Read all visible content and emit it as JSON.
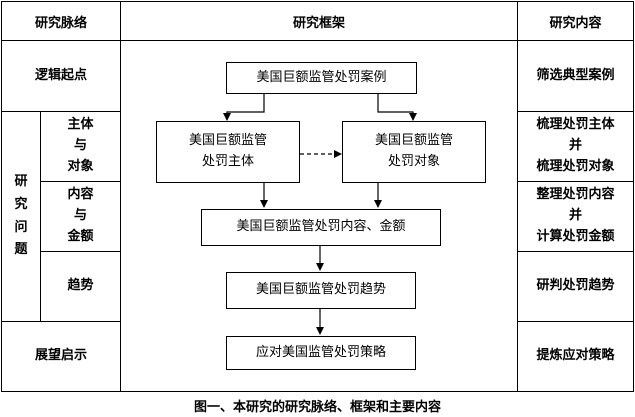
{
  "headers": {
    "left": "研究脉络",
    "center": "研究框架",
    "right": "研究内容"
  },
  "left": {
    "logic_start": "逻辑起点",
    "research_question": [
      "研",
      "究",
      "问",
      "题"
    ],
    "subject_object": [
      "主体",
      "与",
      "对象"
    ],
    "content_amount": [
      "内容",
      "与",
      "金额"
    ],
    "trend": "趋势",
    "outlook": "展望启示"
  },
  "right": {
    "r1": "筛选典型案例",
    "r2": [
      "梳理处罚主体",
      "并",
      "梳理处罚对象"
    ],
    "r3": [
      "整理处罚内容",
      "并",
      "计算处罚金额"
    ],
    "r4": "研判处罚趋势",
    "r5": "提炼应对策略"
  },
  "flow": {
    "cases": "美国巨额监管处罚案例",
    "subject": [
      "美国巨额监管",
      "处罚主体"
    ],
    "object": [
      "美国巨额监管",
      "处罚对象"
    ],
    "content": "美国巨额监管处罚内容、金额",
    "trend": "美国巨额监管处罚趋势",
    "strategy": "应对美国监管处罚策略"
  },
  "caption": "图一、本研究的研究脉络、框架和主要内容"
}
